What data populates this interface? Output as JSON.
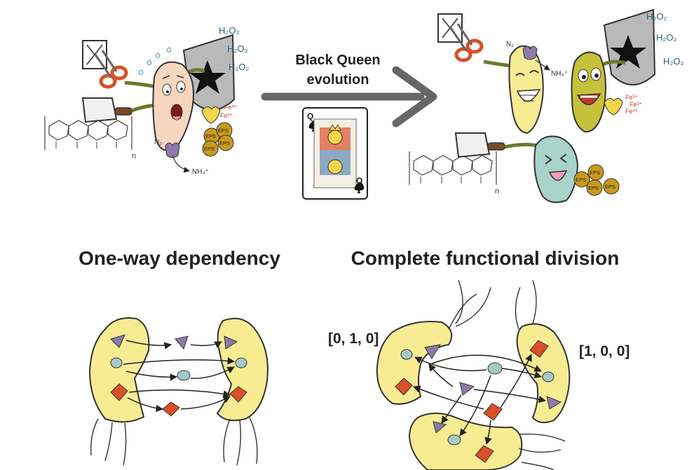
{
  "transition": {
    "label_line1": "Black Queen",
    "label_line2": "evolution"
  },
  "top_left": {
    "h2o2": [
      "H₂O₂",
      "H₂O₂",
      "H₂O₂"
    ],
    "eps": [
      "EPS",
      "EPS",
      "EPS",
      "EPS"
    ],
    "nitrogen": "N₂",
    "ammonium": "NH₄⁺",
    "iron": [
      "Fe³⁺",
      "Fe³⁺"
    ],
    "polymer_n": "n"
  },
  "top_right": {
    "h2o2": [
      "H₂O₂",
      "H₂O₂",
      "H₂O₂"
    ],
    "eps": [
      "EPS",
      "EPS",
      "EPS",
      "EPS"
    ],
    "nitrogen": "N₂",
    "ammonium": "NH₄⁺",
    "iron": [
      "Fe³⁺",
      "Fe³⁺",
      "Fe³⁺"
    ],
    "polymer_n": "n"
  },
  "bottom_left": {
    "title": "One-way dependency"
  },
  "bottom_right": {
    "title": "Complete functional division",
    "label_left": "[0, 1, 0]",
    "label_right": "[1, 0, 0]"
  },
  "colors": {
    "cell_yellow": "#f8ec93",
    "cell_outline": "#3a3a3a",
    "triangle": "#8d7aa8",
    "oval": "#a3cbc6",
    "diamond": "#d9502a",
    "eps_gold": "#c99a1e",
    "olive": "#c6c13a",
    "peach": "#f7d6bf",
    "teal": "#a7d3c9",
    "h2o2_text": "#2e5d7a",
    "iron_text": "#c0392b"
  },
  "card": {
    "rank": "Q",
    "suit": "spade-icon"
  }
}
